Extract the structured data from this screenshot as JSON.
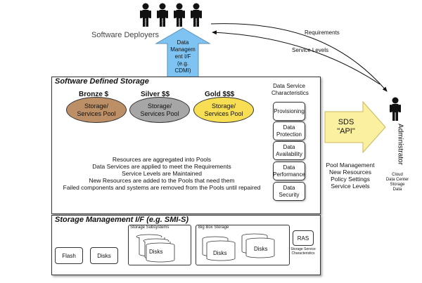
{
  "deployers": {
    "label": "Software Deployers"
  },
  "arrow_up": {
    "label": "Data\nManagem\nent I/F\n(e.g.\nCDMI)"
  },
  "requirements_label": "Requirements",
  "service_levels_label": "Service Levels",
  "sds": {
    "title": "Software Defined Storage",
    "tiers": [
      {
        "name": "Bronze $",
        "pool": "Storage/\nServices Pool",
        "color": "#bd8f66"
      },
      {
        "name": "Silver $$",
        "pool": "Storage/\nServices Pool",
        "color": "#a6a6a6"
      },
      {
        "name": "Gold $$$",
        "pool": "Storage/\nServices Pool",
        "color": "#f7de52"
      }
    ],
    "center_lines": [
      "Resources are aggregated into Pools",
      "Data Services are applied to meet the Requirements",
      "Service Levels are Maintained",
      "New Resources are added to the Pools that need them",
      "Failed components and systems are removed from the Pools until repaired"
    ],
    "characteristics_title": "Data Service\nCharacteristics",
    "characteristics": [
      "Provisioning",
      "Data\nProtection",
      "Data\nAvailability",
      "Data\nPerformance",
      "Data\nSecurity"
    ]
  },
  "api_arrow": {
    "label": "SDS\n\"API\""
  },
  "pool_management": "Pool Management\nNew Resources\nPolicy Settings\nService Levels",
  "administrator": {
    "label": "Administrator",
    "sub": "Cloud\nData Center\nStorage\nData"
  },
  "smi": {
    "title": "Storage Management I/F (e.g. SMI-S)",
    "flash": "Flash",
    "disks": "Disks",
    "subsystems_label": "Storage Subsystems",
    "subsystems_disks": "Disks",
    "bigbox_label": "Big Box Storage",
    "bigbox_disks_1": "Disks",
    "bigbox_disks_2": "Disks",
    "ras": "RAS",
    "ras_sub": "Storage Service\nCharacteristics"
  },
  "colors": {
    "arrow_blue": "#7fc3f2",
    "api_yellow": "#fbf0a0"
  }
}
